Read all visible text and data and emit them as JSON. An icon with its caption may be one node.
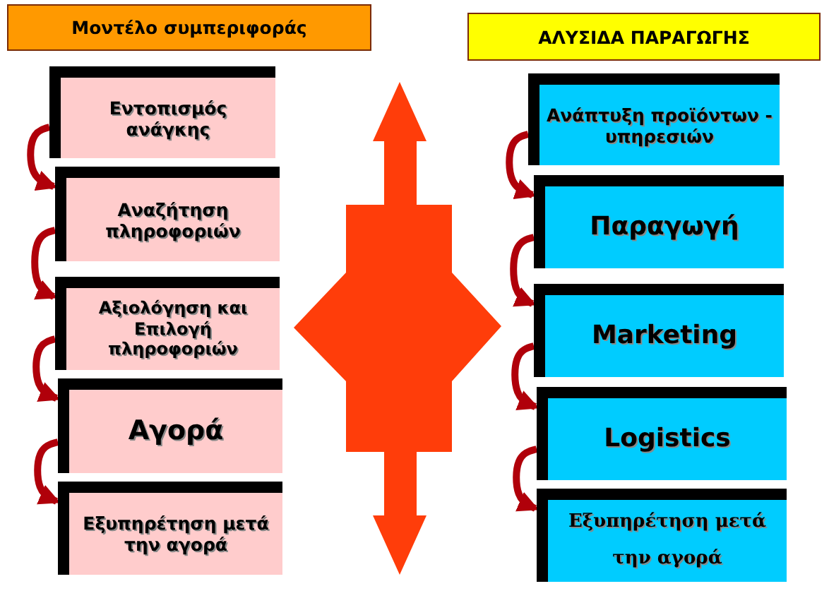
{
  "diagram": {
    "nodes": [
      {
        "text": [
          "Μοντέλο συμπεριφοράς"
        ]
      },
      {
        "text": [
          "Εντοπισμός ανάγκης"
        ]
      },
      {
        "text": [
          "Αναζήτηση πληροφοριών"
        ]
      },
      {
        "text": [
          "Αξιολόγηση και Επιλογή πληροφοριών"
        ]
      },
      {
        "text": [
          "Αγορά"
        ]
      },
      {
        "text": [
          "Εξυπηρέτηση μετά την αγορά"
        ]
      },
      {
        "text": [
          "ΑΛΥΣΙΔΑ ΠΑΡΑΓΩΓΗΣ"
        ]
      },
      {
        "text": [
          "Ανάπτυξη προϊόντων - υπηρεσιών"
        ]
      },
      {
        "text": [
          "Παραγωγή"
        ]
      },
      {
        "text": [
          "Marketing"
        ]
      },
      {
        "text": [
          "Logistics"
        ]
      },
      {
        "text": [
          "Εξυπηρέτηση μετά την αγορά"
        ]
      }
    ],
    "edges": [
      {
        "from": 1,
        "to": 2,
        "arrow": "to"
      },
      {
        "from": 2,
        "to": 3,
        "arrow": "to"
      },
      {
        "from": 3,
        "to": 4,
        "arrow": "to"
      },
      {
        "from": 4,
        "to": 5,
        "arrow": "to"
      },
      {
        "from": 7,
        "to": 8,
        "arrow": "to"
      },
      {
        "from": 8,
        "to": 9,
        "arrow": "to"
      },
      {
        "from": 9,
        "to": 10,
        "arrow": "to"
      },
      {
        "from": 10,
        "to": 11,
        "arrow": "to"
      }
    ]
  }
}
